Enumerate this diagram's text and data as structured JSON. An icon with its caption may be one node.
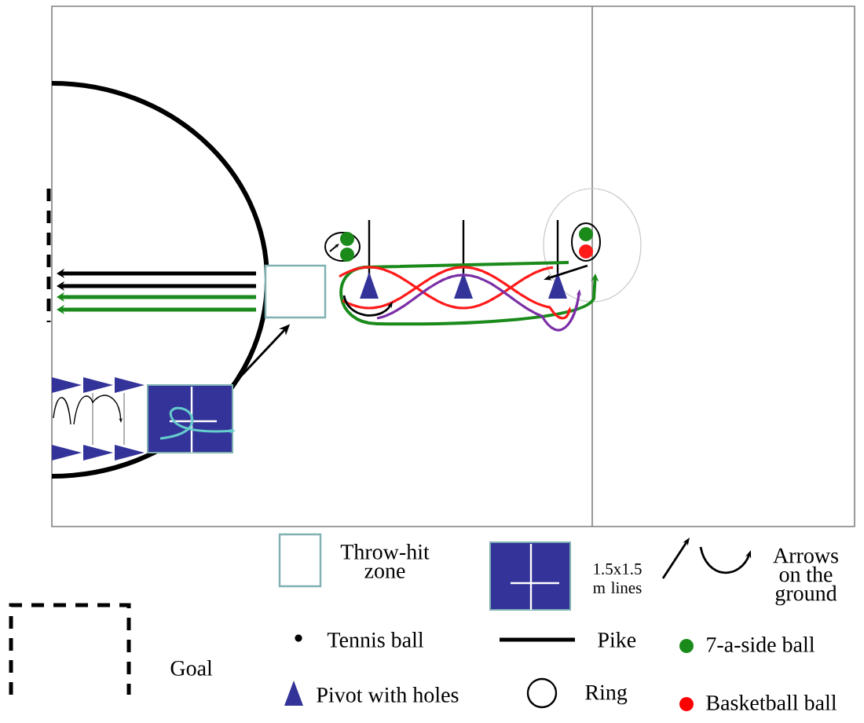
{
  "diagram": {
    "nodes": [
      {
        "text": [],
        "shape": "box"
      },
      {
        "text": [],
        "shape": "box"
      }
    ],
    "edges": [
      {
        "from": 1,
        "to": 0,
        "arrow": "to"
      }
    ],
    "legend": [
      {
        "text": "Throw-hit zone"
      },
      {
        "text": "1.5x1.5 m lines"
      },
      {
        "text": "Arrows on the ground"
      },
      {
        "text": "Tennis ball",
        "color": "#000000"
      },
      {
        "text": "Pike"
      },
      {
        "text": "7-a-side ball",
        "color": "#1a8a1a"
      },
      {
        "text": "Goal"
      },
      {
        "text": "Pivot with holes"
      },
      {
        "text": "Ring"
      },
      {
        "text": "Basketball ball",
        "color": "#ff0000"
      }
    ]
  }
}
